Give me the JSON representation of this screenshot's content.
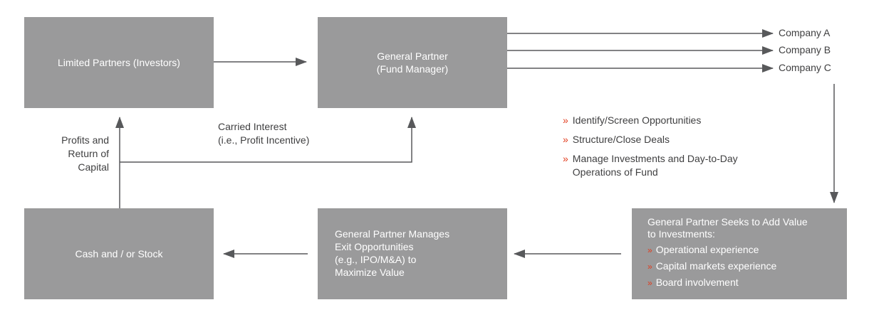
{
  "boxes": {
    "limited_partners": "Limited Partners (Investors)",
    "general_partner": [
      "General Partner",
      "(Fund Manager)"
    ],
    "cash_stock": "Cash and / or Stock",
    "exit_opportunities": [
      "General Partner Manages",
      "Exit Opportunities",
      "(e.g., IPO/M&A) to",
      "Maximize Value"
    ],
    "add_value": {
      "title": [
        "General Partner Seeks to Add Value",
        "to Investments:"
      ],
      "items": [
        "Operational experience",
        "Capital markets experience",
        "Board involvement"
      ]
    }
  },
  "companies": [
    "Company A",
    "Company B",
    "Company C"
  ],
  "labels": {
    "profits": [
      "Profits and",
      "Return of",
      "Capital"
    ],
    "carried_interest": [
      "Carried Interest",
      "(i.e., Profit Incentive)"
    ]
  },
  "gp_activities": [
    [
      "Identify/Screen Opportunities"
    ],
    [
      "Structure/Close Deals"
    ],
    [
      "Manage Investments and Day-to-Day",
      "Operations of Fund"
    ]
  ],
  "bullet_symbol": "»",
  "colors": {
    "box": "#9a9a9b",
    "arrow": "#58595b",
    "bullet": "#e23b1c",
    "text": "#3f3f40"
  }
}
